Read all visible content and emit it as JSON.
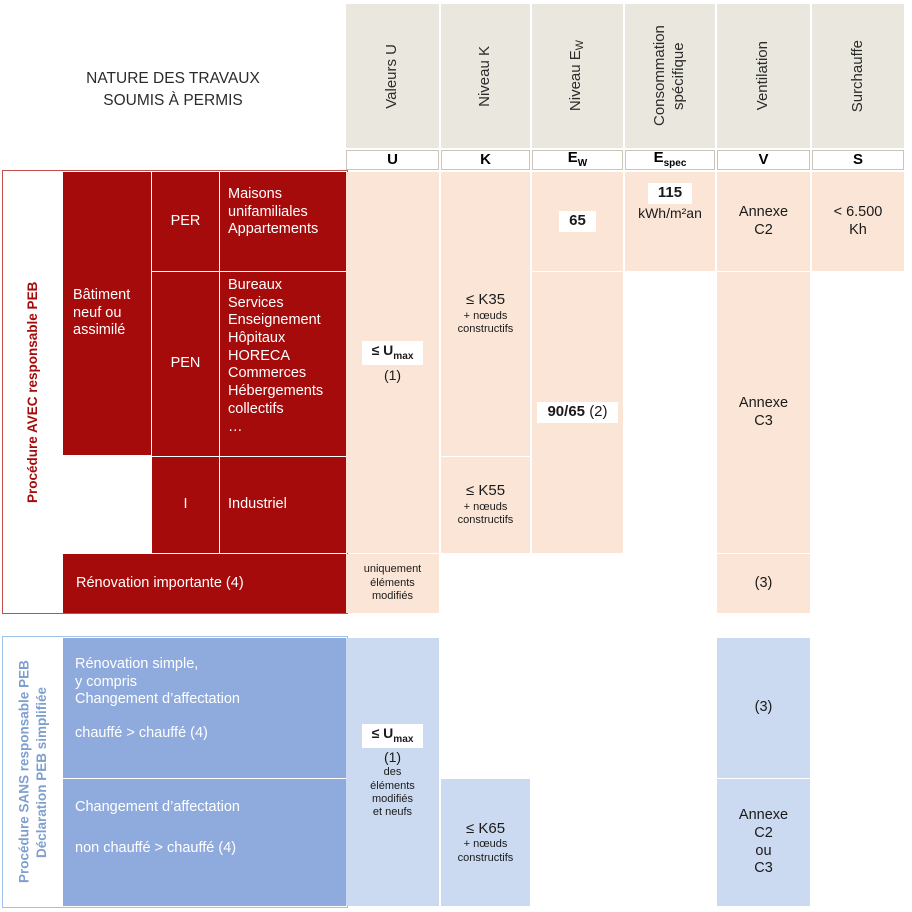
{
  "title": {
    "line1": "NATURE DES TRAVAUX",
    "line2": "SOUMIS À PERMIS"
  },
  "columns": [
    {
      "name": "Valeurs U",
      "symbol": "U",
      "symbol_sub": ""
    },
    {
      "name": "Niveau K",
      "symbol": "K",
      "symbol_sub": ""
    },
    {
      "name": "Niveau Ew",
      "symbol": "E",
      "symbol_sub": "W"
    },
    {
      "name": "Consommation spécifique",
      "symbol": "E",
      "symbol_sub": "spec"
    },
    {
      "name": "Ventilation",
      "symbol": "V",
      "symbol_sub": ""
    },
    {
      "name": "Surchauffe",
      "symbol": "S",
      "symbol_sub": ""
    }
  ],
  "groups": {
    "red": {
      "label": "Procédure AVEC responsable PEB",
      "color": "#a50b0b"
    },
    "blue": {
      "label_line1": "Procédure SANS responsable PEB",
      "label_line2": "Déclaration PEB simplifiée",
      "color": "#7f9fce"
    }
  },
  "red_block": {
    "category": "Bâtiment neuf ou assimilé",
    "rows": [
      {
        "code": "PER",
        "desc": "Maisons\nunifamiliales\nAppartements"
      },
      {
        "code": "PEN",
        "desc": "Bureaux\nServices\nEnseignement\nHôpitaux\nHORECA\nCommerces\nHébergements\ncollectifs\n…"
      },
      {
        "code": "I",
        "desc": "Industriel"
      }
    ],
    "renovation_row": "Rénovation importante (4)"
  },
  "blue_block": {
    "rows": [
      {
        "desc_line1": "Rénovation simple,",
        "desc_line2": "y compris",
        "desc_line3": "Changement d’affectation",
        "desc_line4": "chauffé > chauffé (4)"
      },
      {
        "desc_line1": "Changement d’affectation",
        "desc_line2": "non chauffé > chauffé (4)"
      }
    ]
  },
  "values": {
    "u_max": {
      "boxed": "≤ Umax",
      "sub": "max",
      "prefix": "≤ U",
      "note": "(1)"
    },
    "k35": {
      "main": "≤ K35",
      "sub1": "+ nœuds",
      "sub2": "constructifs"
    },
    "k55": {
      "main": "≤ K55",
      "sub1": "+ nœuds",
      "sub2": "constructifs"
    },
    "k65": {
      "main": "≤ K65",
      "sub1": "+ nœuds",
      "sub2": "constructifs"
    },
    "ew_per": "65",
    "ew_pen": {
      "boxed": "90/65",
      "note": "(2)"
    },
    "espec_per": {
      "boxed": "115",
      "unit": "kWh/m²an"
    },
    "vent_c2": {
      "line1": "Annexe",
      "line2": "C2"
    },
    "vent_c3": {
      "line1": "Annexe",
      "line2": "C3"
    },
    "vent_c2_ou_c3": {
      "line1": "Annexe",
      "line2": "C2",
      "line3": "ou",
      "line4": "C3"
    },
    "surchauffe_per": {
      "line1": "< 6.500",
      "line2": "Kh"
    },
    "vent_note3": "(3)",
    "u_renovation": {
      "line1": "uniquement",
      "line2": "éléments",
      "line3": "modifiés"
    },
    "u_blue": {
      "prefix": "≤ U",
      "sub": "max",
      "note": "(1)",
      "line1": "des",
      "line2": "éléments",
      "line3": "modifiés",
      "line4": "et neufs"
    }
  },
  "colors": {
    "header_band": "#eae8de",
    "peach": "#fbe5d6",
    "red": "#a50b0b",
    "blue_mid": "#8faadc",
    "blue_light": "#cbdaf0",
    "white": "#ffffff"
  }
}
